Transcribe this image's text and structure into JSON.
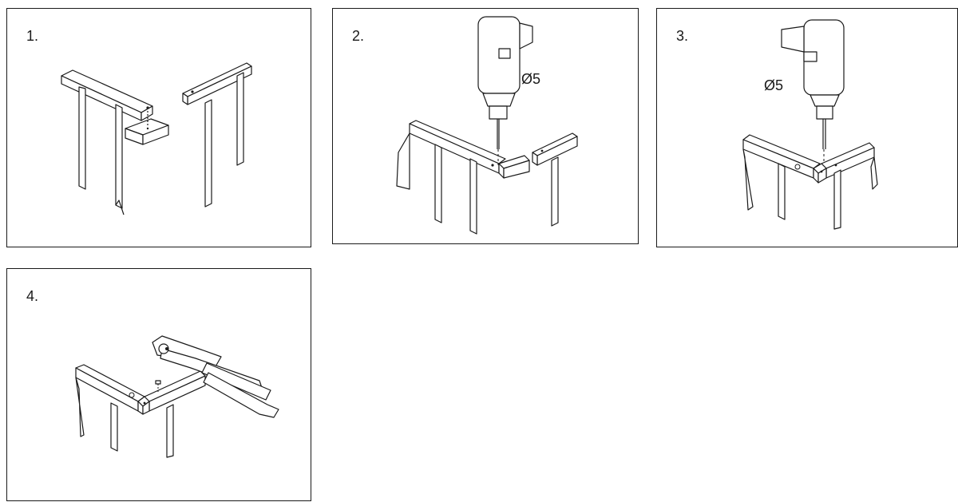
{
  "steps": [
    {
      "label": "1."
    },
    {
      "label": "2.",
      "drill_size": "Ø5"
    },
    {
      "label": "3.",
      "drill_size": "Ø5"
    },
    {
      "label": "4."
    }
  ]
}
